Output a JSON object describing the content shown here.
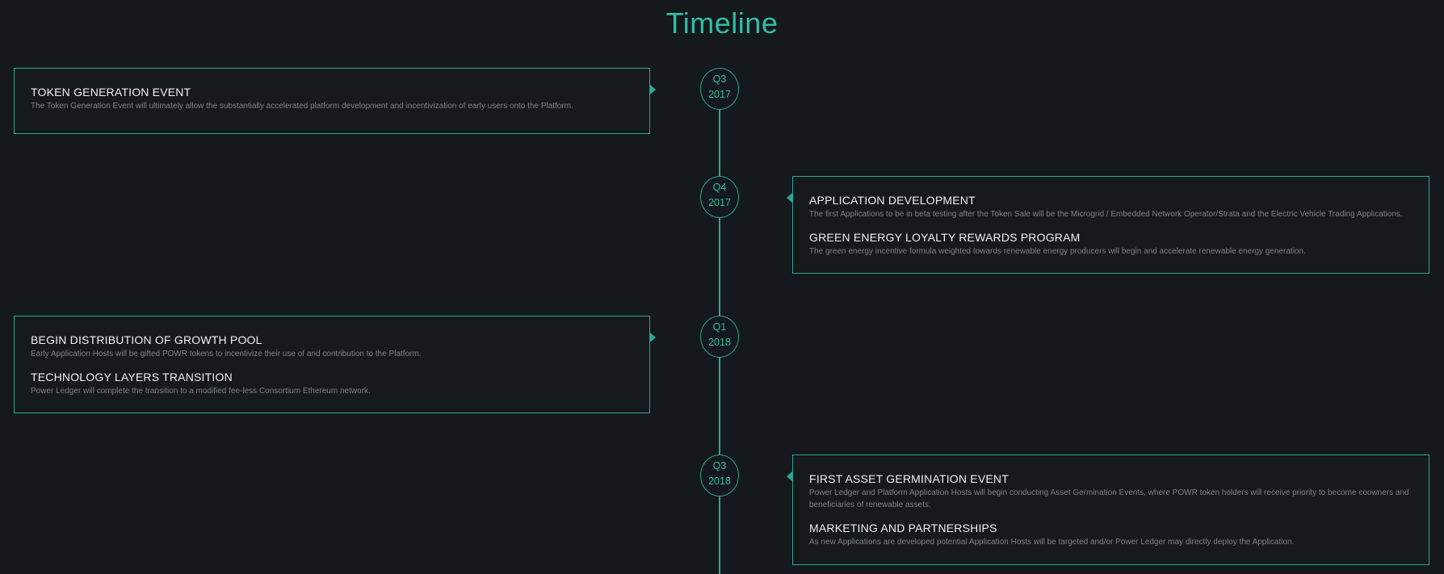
{
  "page": {
    "title": "Timeline"
  },
  "colors": {
    "accent": "#2aa893",
    "background": "#15181c",
    "heading": "#eef1f3",
    "body_text": "#7d848a"
  },
  "timeline": [
    {
      "quarter": "Q3",
      "year": "2017",
      "side": "left",
      "items": [
        {
          "title": "TOKEN GENERATION EVENT",
          "description": "The Token Generation Event will ultimately allow the substantially accelerated platform development and incentivization of early users onto the Platform."
        }
      ]
    },
    {
      "quarter": "Q4",
      "year": "2017",
      "side": "right",
      "items": [
        {
          "title": "APPLICATION DEVELOPMENT",
          "description": "The first Applications to be in beta testing after the Token Sale will be the Microgrid / Embedded Network Operator/Strata and the Electric Vehicle Trading Applications."
        },
        {
          "title": "GREEN ENERGY LOYALTY REWARDS PROGRAM",
          "description": "The green energy incentive formula weighted towards renewable energy producers will begin and accelerate renewable energy generation."
        }
      ]
    },
    {
      "quarter": "Q1",
      "year": "2018",
      "side": "left",
      "items": [
        {
          "title": "BEGIN DISTRIBUTION OF GROWTH POOL",
          "description": "Early Application Hosts will be gifted POWR tokens to incentivize their use of and contribution to the Platform."
        },
        {
          "title": "TECHNOLOGY LAYERS TRANSITION",
          "description": "Power Ledger will complete the transition to a modified fee-less Consortium Ethereum network."
        }
      ]
    },
    {
      "quarter": "Q3",
      "year": "2018",
      "side": "right",
      "items": [
        {
          "title": "FIRST ASSET GERMINATION EVENT",
          "description": "Power Ledger and Platform Application Hosts will begin conducting Asset Germination Events, where POWR token holders will receive priority to become coowners and beneficiaries of renewable assets."
        },
        {
          "title": "MARKETING AND PARTNERSHIPS",
          "description": "As new Applications are developed potential Application Hosts will be targeted and/or Power Ledger may directly deploy the Application."
        }
      ]
    }
  ]
}
